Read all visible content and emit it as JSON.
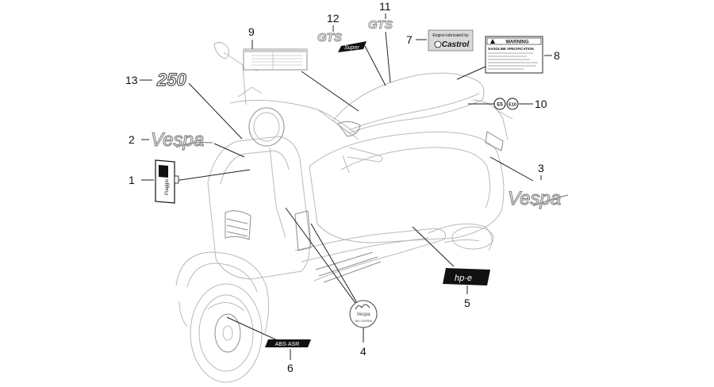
{
  "callouts": {
    "c1": "1",
    "c2": "2",
    "c3": "3",
    "c4": "4",
    "c5": "5",
    "c6": "6",
    "c7": "7",
    "c8": "8",
    "c9": "9",
    "c10": "10",
    "c11": "11",
    "c12": "12",
    "c13": "13"
  },
  "decals": {
    "castrol_line1": "Engine lubricated by",
    "castrol_brand": "Castrol",
    "warning_title": "WARNING",
    "warning_heading": "GASOLINE SPECIFICATION",
    "badge_e5": "E5",
    "badge_e10": "E10",
    "hpe": "hp·e",
    "abs_asr": "ABS·ASR",
    "vespa_script": "Vespa",
    "gts": "GTS",
    "super": "Super",
    "num_250": "250",
    "piaggio": "Piaggio",
    "sei_giorni": "SEI GIORNI"
  },
  "colors": {
    "line_art": "#b9b9b9",
    "leader": "#222222",
    "decal_dark": "#111111",
    "decal_grey": "#8a8a8a"
  }
}
